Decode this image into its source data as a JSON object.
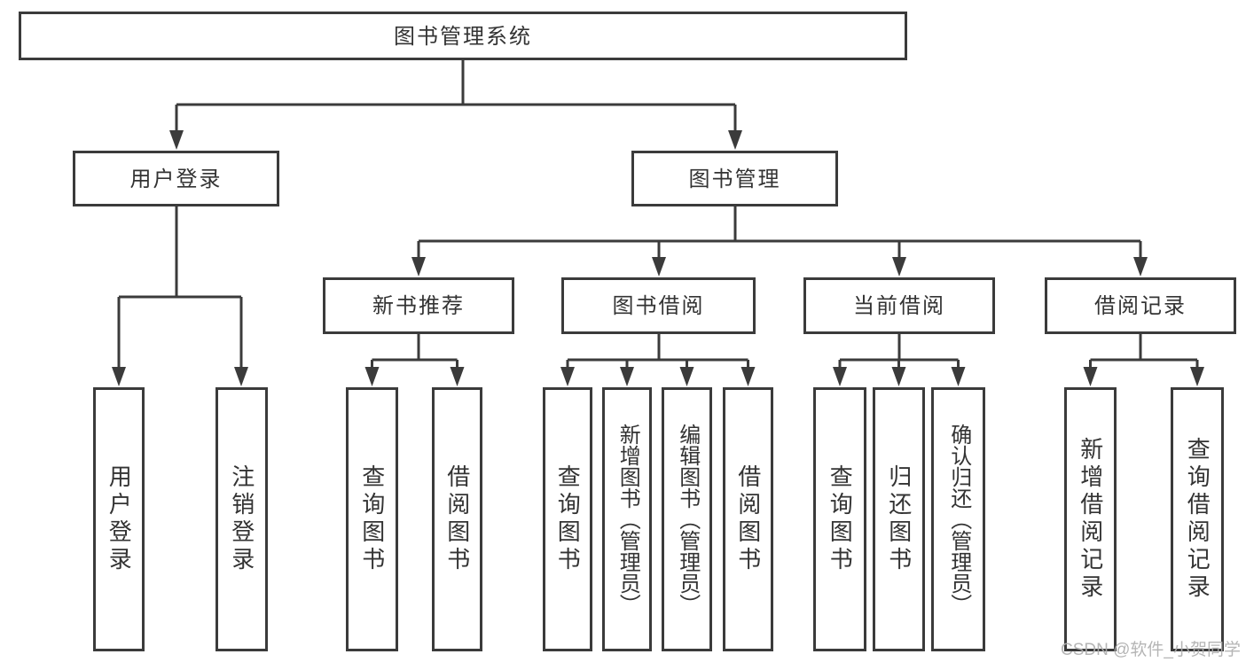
{
  "diagram": {
    "title": "图书管理系统",
    "root": {
      "label": "图书管理系统"
    },
    "branches": [
      {
        "label": "用户登录",
        "children": [
          {
            "label": "用户登录"
          },
          {
            "label": "注销登录"
          }
        ]
      },
      {
        "label": "图书管理",
        "groups": [
          {
            "label": "新书推荐",
            "children": [
              {
                "label": "查询图书"
              },
              {
                "label": "借阅图书"
              }
            ]
          },
          {
            "label": "图书借阅",
            "children": [
              {
                "label": "查询图书"
              },
              {
                "label": "新增图书（管理员）"
              },
              {
                "label": "编辑图书（管理员）"
              },
              {
                "label": "借阅图书"
              }
            ]
          },
          {
            "label": "当前借阅",
            "children": [
              {
                "label": "查询图书"
              },
              {
                "label": "归还图书"
              },
              {
                "label": "确认归还（管理员）"
              }
            ]
          },
          {
            "label": "借阅记录",
            "children": [
              {
                "label": "新增借阅记录"
              },
              {
                "label": "查询借阅记录"
              }
            ]
          }
        ]
      }
    ]
  },
  "watermark": {
    "text": "CSDN @软件_小贺同学"
  },
  "colors": {
    "line": "#3b3b3b",
    "text": "#333333",
    "background": "#ffffff",
    "watermark": "#afafaf"
  }
}
